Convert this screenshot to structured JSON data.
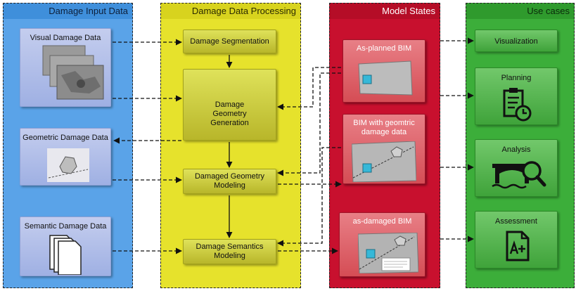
{
  "lanes": {
    "input": "Damage Input Data",
    "processing": "Damage Data Processing",
    "model": "Model States",
    "use": "Use cases"
  },
  "input_boxes": {
    "visual": "Visual Damage Data",
    "geometric": "Geometric Damage Data",
    "semantic": "Semantic Damage Data"
  },
  "processing_boxes": {
    "segmentation": "Damage Segmentation",
    "geometry_generation": "Damage Geometry Generation",
    "geometry_modeling": "Damaged Geometry Modeling",
    "semantics_modeling": "Damage Semantics Modeling"
  },
  "model_boxes": {
    "as_planned": "As-planned BIM",
    "with_geometric": "BIM with geomtric damage data",
    "as_damaged": "as-damaged BIM"
  },
  "use_boxes": {
    "visualization": "Visualization",
    "planning": "Planning",
    "analysis": "Analysis",
    "assessment": "Assessment"
  },
  "icons": {
    "planning": "clipboard-clock-icon",
    "analysis": "bridge-magnifier-icon",
    "assessment": "a-plus-document-icon",
    "semantic": "document-stack-icon"
  },
  "colors": {
    "input_lane": "#5aa3e8",
    "processing_lane": "#e6e22c",
    "model_lane": "#c8102e",
    "use_lane": "#3cae3a"
  }
}
